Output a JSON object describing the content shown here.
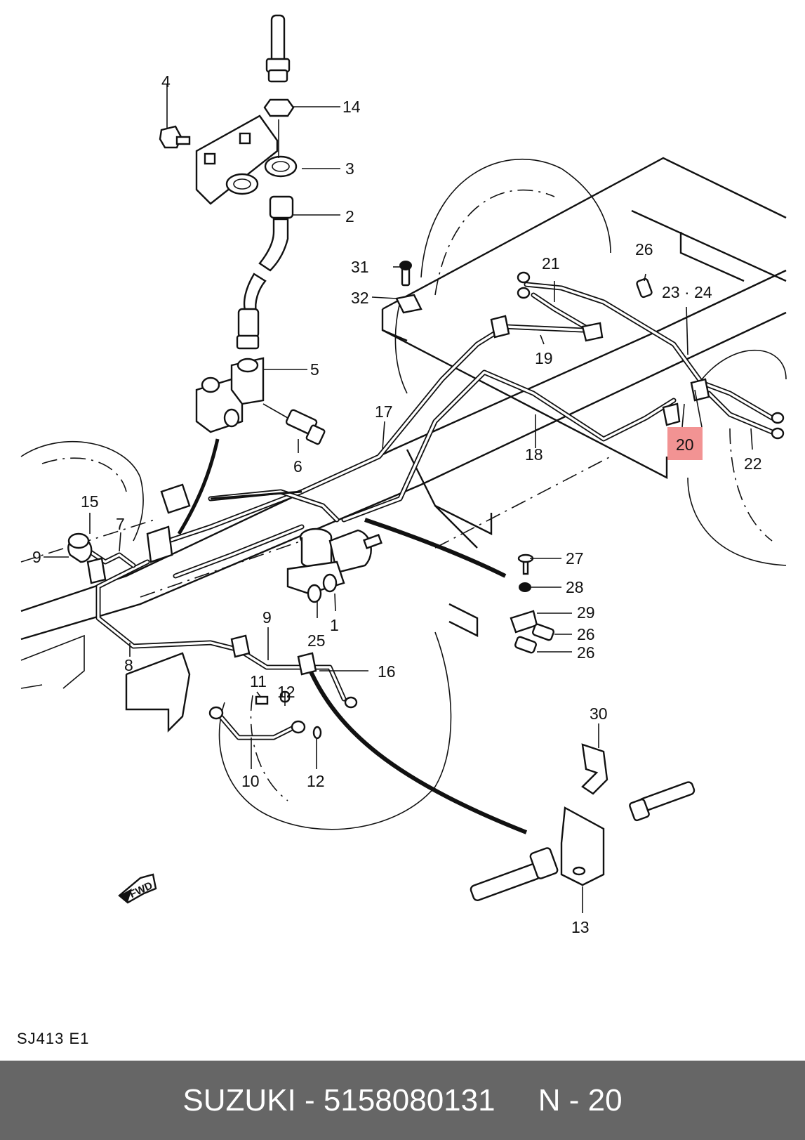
{
  "diagram_code": "SJ413 E1",
  "footer": {
    "brand": "SUZUKI",
    "part_number": "5158080131",
    "ref": "N - 20",
    "color": "#666666"
  },
  "highlight": {
    "label": "20",
    "color": "#f08080"
  },
  "callouts": {
    "c1": "1",
    "c2": "2",
    "c3": "3",
    "c4": "4",
    "c5": "5",
    "c6": "6",
    "c7": "7",
    "c8": "8",
    "c9a": "9",
    "c9b": "9",
    "c10": "10",
    "c11": "11",
    "c12a": "12",
    "c12b": "12",
    "c13": "13",
    "c14": "14",
    "c15": "15",
    "c16": "16",
    "c17": "17",
    "c18": "18",
    "c19": "19",
    "c21": "21",
    "c22": "22",
    "c23_24": "23 · 24",
    "c25": "25",
    "c26a": "26",
    "c26b": "26",
    "c26c": "26",
    "c27": "27",
    "c28": "28",
    "c29": "29",
    "c30": "30",
    "c31": "31",
    "c32": "32"
  },
  "fwd_arrow": {
    "label": "FWD",
    "icon": "forward-arrow-icon"
  }
}
